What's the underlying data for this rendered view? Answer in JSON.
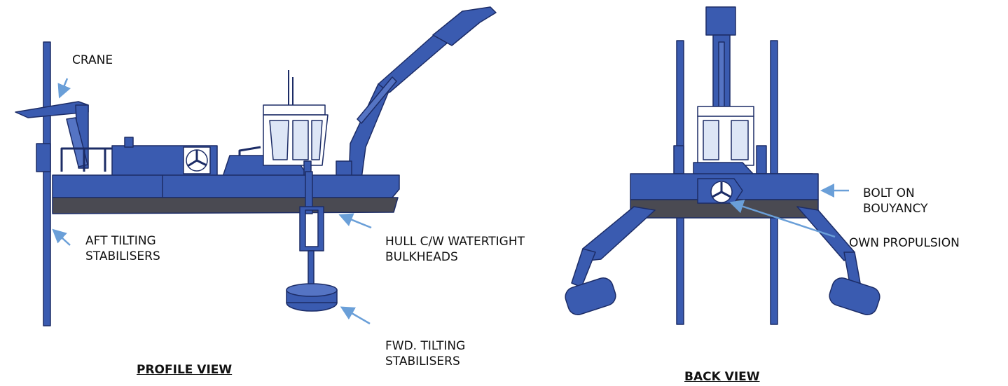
{
  "profile_view": {
    "title": "PROFILE VIEW",
    "labels": {
      "crane": "CRANE",
      "aft_stabilisers_line1": "AFT TILTING",
      "aft_stabilisers_line2": "STABILISERS",
      "hull_line1": "HULL C/W WATERTIGHT",
      "hull_line2": "BULKHEADS",
      "fwd_stabilisers_line1": "FWD. TILTING",
      "fwd_stabilisers_line2": "STABILISERS"
    }
  },
  "back_view": {
    "title": "BACK VIEW",
    "labels": {
      "bolt_on_line1": "BOLT ON",
      "bolt_on_line2": "BOUYANCY",
      "propulsion": "OWN PROPULSION"
    }
  },
  "colors": {
    "machine_blue": "#3a5bb0",
    "machine_dark": "#1c2c66",
    "hull_bottom": "#4a4a52",
    "pointer_arrow": "#6a9fd8"
  }
}
